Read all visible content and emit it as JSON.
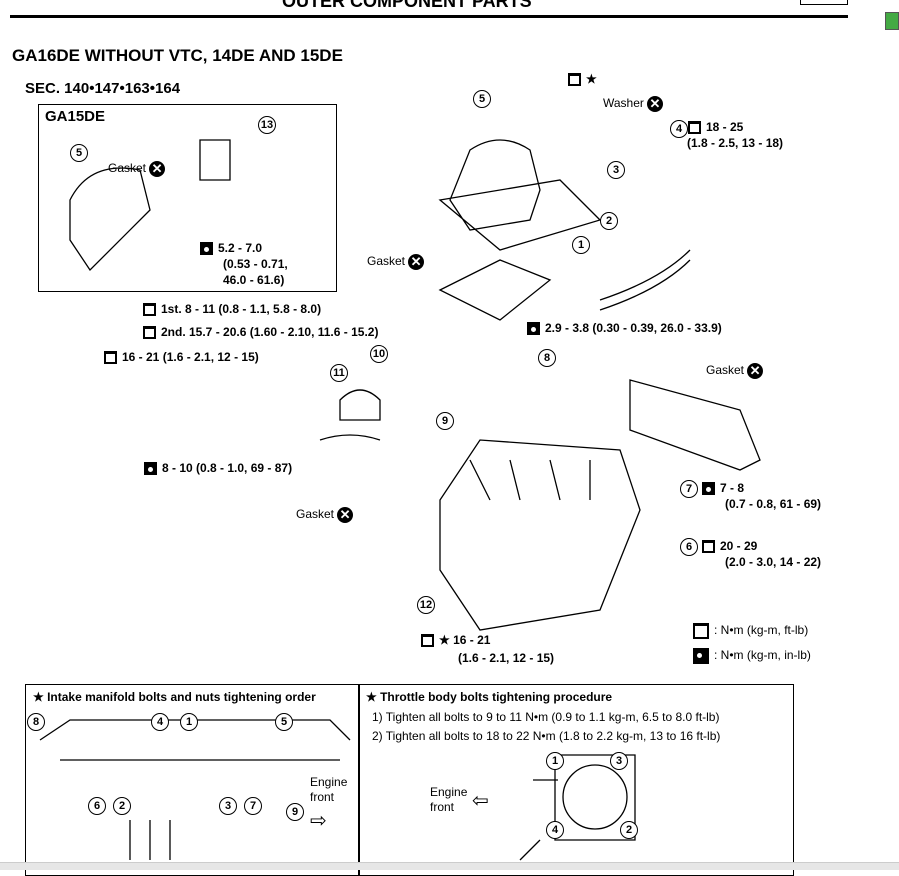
{
  "header": {
    "section_title": "OUTER COMPONENT PARTS"
  },
  "title": "GA16DE WITHOUT VTC, 14DE AND 15DE",
  "sec": "SEC. 140•147•163•164",
  "inset": {
    "label": "GA15DE",
    "gasket": "Gasket",
    "part5": "5",
    "part13": "13",
    "torque": [
      "5.2 - 7.0",
      "(0.53 - 0.71,",
      "46.0 - 61.6)"
    ]
  },
  "labels": {
    "star": "★",
    "washer": "Washer",
    "gasket": "Gasket",
    "t4": [
      "18 - 25",
      "(1.8 - 2.5, 13 - 18)"
    ],
    "first": "1st. 8 - 11 (0.8 - 1.1, 5.8 - 8.0)",
    "second": "2nd. 15.7 - 20.6 (1.60 - 2.10, 11.6 - 15.2)",
    "t16": "16 - 21 (1.6 - 2.1, 12 - 15)",
    "t29": "2.9 - 3.8 (0.30 - 0.39, 26.0 - 33.9)",
    "t8": "8 - 10 (0.8 - 1.0, 69 - 87)",
    "t7": [
      "7 - 8",
      "(0.7 - 0.8, 61 - 69)"
    ],
    "t20": [
      "20 - 29",
      "(2.0 - 3.0, 14 - 22)"
    ],
    "t16b": [
      "★ 16 - 21",
      "(1.6 - 2.1, 12 - 15)"
    ]
  },
  "parts": [
    "1",
    "2",
    "3",
    "4",
    "5",
    "6",
    "7",
    "8",
    "9",
    "10",
    "11",
    "12"
  ],
  "legend": [
    {
      "icon": "torque-ft-lb-icon",
      "text": ": N•m (kg-m, ft-lb)"
    },
    {
      "icon": "torque-in-lb-icon",
      "text": ": N•m (kg-m, in-lb)"
    }
  ],
  "bottom_left": {
    "title": "★ Intake manifold bolts and nuts tightening order",
    "order": [
      "8",
      "4",
      "1",
      "5",
      "6",
      "2",
      "3",
      "7",
      "9"
    ],
    "engine_front": [
      "Engine",
      "front"
    ]
  },
  "bottom_right": {
    "title": "★ Throttle body bolts tightening procedure",
    "steps": [
      "1) Tighten all bolts to 9 to 11 N•m (0.9 to 1.1 kg-m, 6.5 to 8.0 ft-lb)",
      "2) Tighten all bolts to 18 to 22 N•m (1.8 to 2.2 kg-m, 13 to 16 ft-lb)"
    ],
    "order": [
      "1",
      "3",
      "4",
      "2"
    ],
    "engine_front": [
      "Engine",
      "front"
    ]
  }
}
